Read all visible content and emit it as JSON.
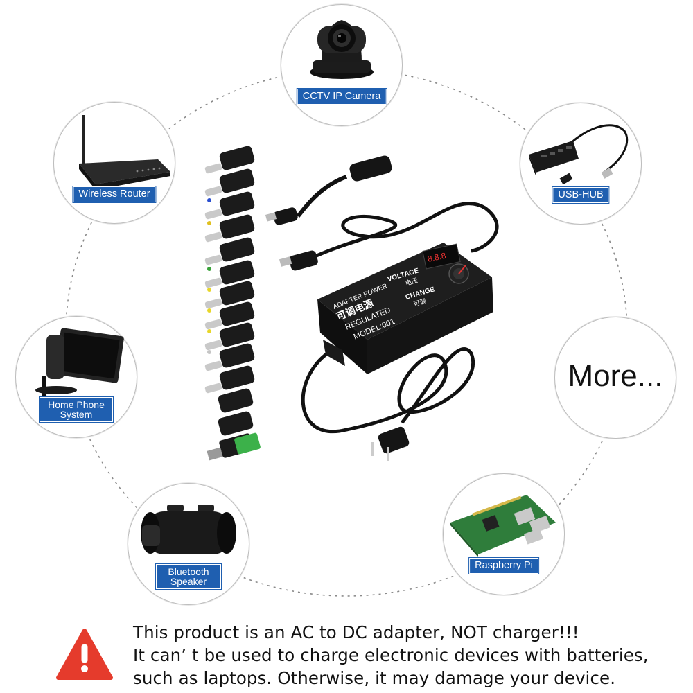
{
  "devices": {
    "cctv": {
      "label": "CCTV IP Camera",
      "icon": "cctv-camera-icon"
    },
    "router": {
      "label": "Wireless Router",
      "icon": "wireless-router-icon"
    },
    "usb_hub": {
      "label": "USB-HUB",
      "icon": "usb-hub-icon"
    },
    "phone": {
      "label_line1": "Home Phone",
      "label_line2": "System",
      "icon": "desk-phone-icon"
    },
    "more": {
      "label": "More..."
    },
    "speaker": {
      "label_line1": "Bluetooth",
      "label_line2": "Speaker",
      "icon": "speaker-icon"
    },
    "raspberry": {
      "label": "Raspberry Pi",
      "icon": "circuit-board-icon"
    }
  },
  "adapter": {
    "text_brand": "ADAPTER POWER",
    "text_cn_power": "可调电源",
    "text_regulated": "REGULATED",
    "text_model": "MODEL:001",
    "text_voltage": "VOLTAGE",
    "text_cn_voltage": "电压",
    "text_change": "CHANGE",
    "text_cn_change": "可调",
    "display_value": "8.8.8"
  },
  "warning": {
    "line1": "This product is an AC to DC adapter, NOT charger!!!",
    "line2": "It can’  t be used to charge electronic devices with batteries,",
    "line3": "such as laptops. Otherwise, it may damage your device.",
    "icon": "warning-triangle-icon",
    "icon_color": "#e53b2c"
  },
  "colors": {
    "label_bg": "#1f5fb0",
    "adapter_body": "#1a1a1a"
  }
}
